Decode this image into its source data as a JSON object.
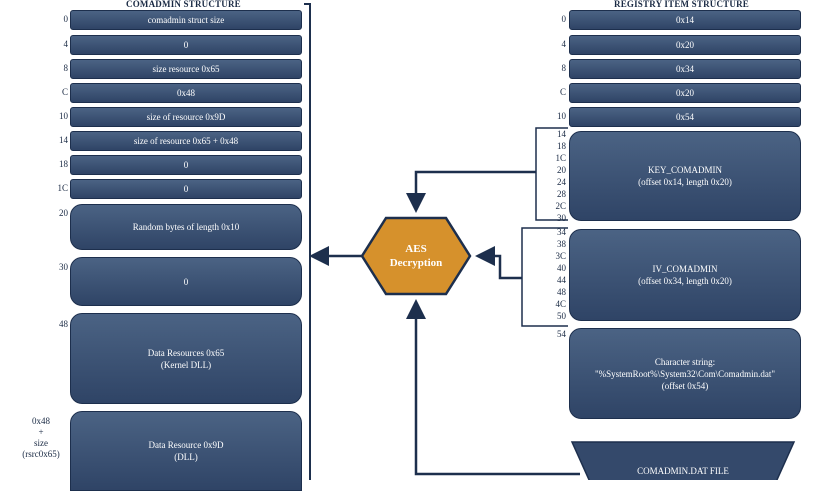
{
  "comadmin": {
    "title": "COMADMIN STRUCTURE",
    "rows": [
      {
        "offset": "0",
        "label": "comadmin struct size"
      },
      {
        "offset": "4",
        "label": "0"
      },
      {
        "offset": "8",
        "label": "size resource 0x65"
      },
      {
        "offset": "C",
        "label": "0x48"
      },
      {
        "offset": "10",
        "label": "size of resource 0x9D"
      },
      {
        "offset": "14",
        "label": "size of resource 0x65 + 0x48"
      },
      {
        "offset": "18",
        "label": "0"
      },
      {
        "offset": "1C",
        "label": "0"
      },
      {
        "offset": "20",
        "label": "Random bytes of length 0x10"
      },
      {
        "offset": "30",
        "label": "0"
      },
      {
        "offset": "48",
        "label": "Data Resources 0x65\n(Kernel DLL)"
      },
      {
        "offset": "0x48\n+\nsize\n(rsrc0x65)",
        "label": "Data Resource 0x9D\n(DLL)"
      }
    ]
  },
  "registry": {
    "title": "REGISTRY ITEM STRUCTURE",
    "rows": [
      {
        "offset": "0",
        "label": "0x14"
      },
      {
        "offset": "4",
        "label": "0x20"
      },
      {
        "offset": "8",
        "label": "0x34"
      },
      {
        "offset": "C",
        "label": "0x20"
      },
      {
        "offset": "10",
        "label": "0x54"
      }
    ],
    "key_offsets": [
      "14",
      "18",
      "1C",
      "20",
      "24",
      "28",
      "2C",
      "30"
    ],
    "key_label": "KEY_COMADMIN\n(offset 0x14, length 0x20)",
    "iv_offsets": [
      "34",
      "38",
      "3C",
      "40",
      "44",
      "48",
      "4C",
      "50"
    ],
    "iv_label": "IV_COMADMIN\n(offset 0x34, length 0x20)",
    "str_offset": "54",
    "str_label": "Character string:\n\"%SystemRoot%\\System32\\Com\\Comadmin.dat\"\n(offset 0x54)"
  },
  "aes": {
    "line1": "AES",
    "line2": "Decryption",
    "fill": "#d6912c",
    "stroke": "#1d2f4d"
  },
  "file": {
    "label": "COMADMIN.DAT FILE"
  },
  "colors": {
    "box": "#34496b",
    "line": "#1d2f4d"
  }
}
